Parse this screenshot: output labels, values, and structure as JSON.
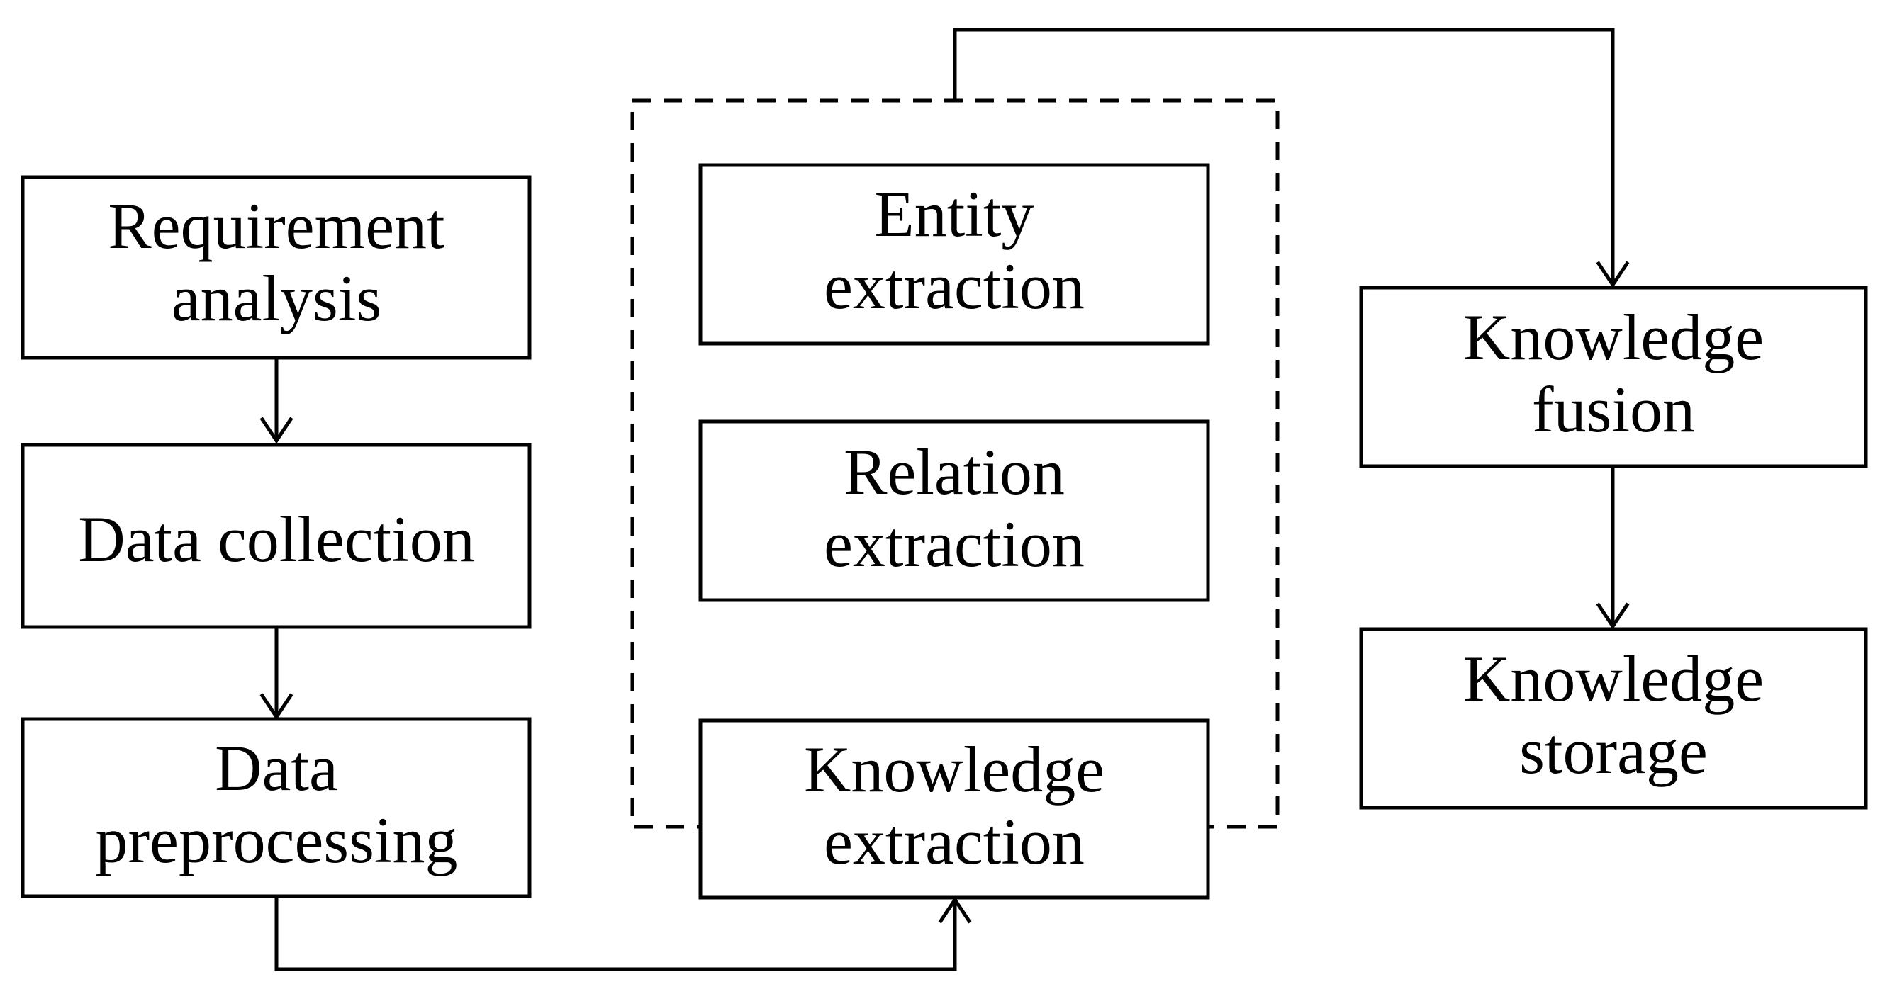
{
  "diagram": {
    "nodes": [
      {
        "id": "requirement-analysis",
        "lines": [
          "Requirement",
          "analysis"
        ]
      },
      {
        "id": "data-collection",
        "lines": [
          "Data collection"
        ]
      },
      {
        "id": "data-preprocessing",
        "lines": [
          "Data",
          "preprocessing"
        ]
      },
      {
        "id": "entity-extraction",
        "lines": [
          "Entity",
          "extraction"
        ]
      },
      {
        "id": "relation-extraction",
        "lines": [
          "Relation",
          "extraction"
        ]
      },
      {
        "id": "knowledge-extraction",
        "lines": [
          "Knowledge",
          "extraction"
        ]
      },
      {
        "id": "knowledge-fusion",
        "lines": [
          "Knowledge",
          "fusion"
        ]
      },
      {
        "id": "knowledge-storage",
        "lines": [
          "Knowledge",
          "storage"
        ]
      }
    ],
    "edges": [
      {
        "from": "requirement-analysis",
        "to": "data-collection"
      },
      {
        "from": "data-collection",
        "to": "data-preprocessing"
      },
      {
        "from": "data-preprocessing",
        "to": "knowledge-extraction"
      },
      {
        "from": "extraction-group",
        "to": "knowledge-fusion"
      },
      {
        "from": "knowledge-fusion",
        "to": "knowledge-storage"
      }
    ],
    "groups": [
      {
        "id": "extraction-group",
        "members": [
          "entity-extraction",
          "relation-extraction",
          "knowledge-extraction"
        ],
        "style": "dashed"
      }
    ]
  }
}
